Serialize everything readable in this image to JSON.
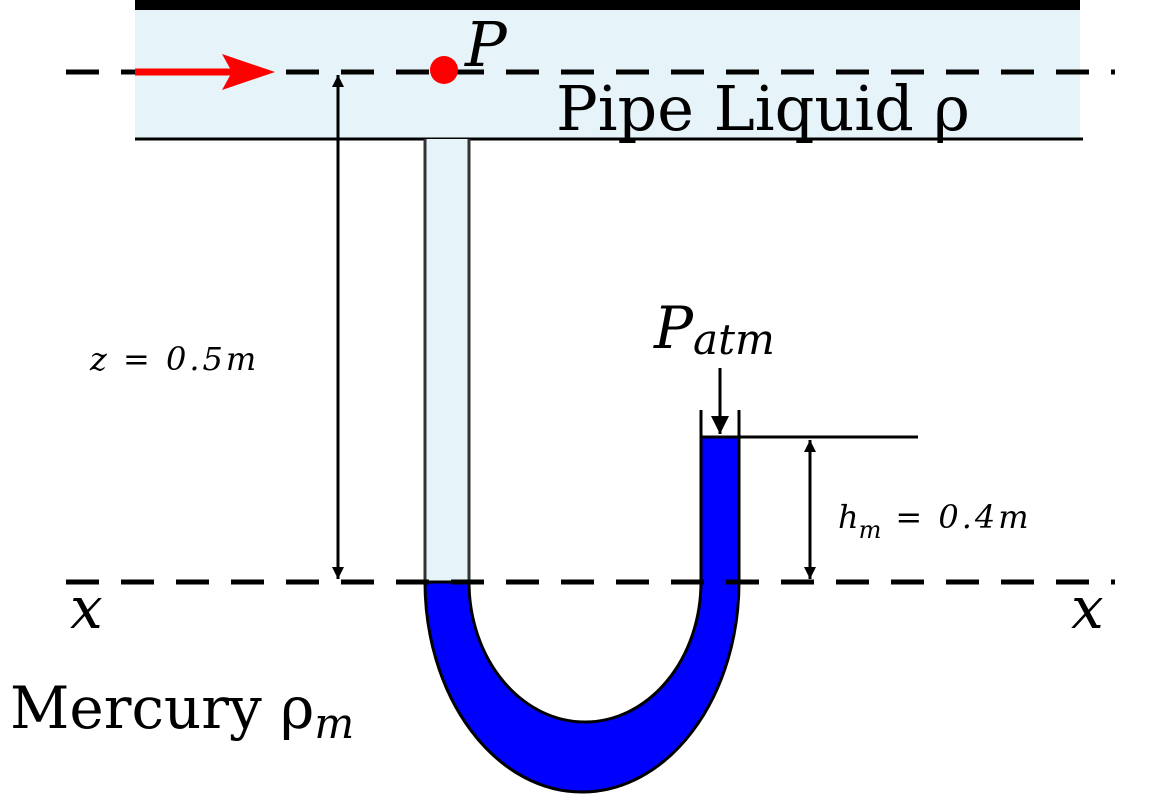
{
  "pipe": {
    "label": "Pipe Liquid ρ",
    "fill_color": "#e6f3f8"
  },
  "point": {
    "label": "P",
    "color": "#ff0000"
  },
  "flow_arrow": {
    "color": "#ff0000"
  },
  "height_z": {
    "label": "z = 0.5m"
  },
  "height_hm": {
    "label": "h",
    "subscript": "m",
    "value": "= 0.4m"
  },
  "atmosphere": {
    "label": "P",
    "subscript": "atm"
  },
  "datum": {
    "left_label": "x",
    "right_label": "x"
  },
  "mercury": {
    "label": "Mercury ρ",
    "subscript": "m",
    "color": "#0000ff"
  }
}
